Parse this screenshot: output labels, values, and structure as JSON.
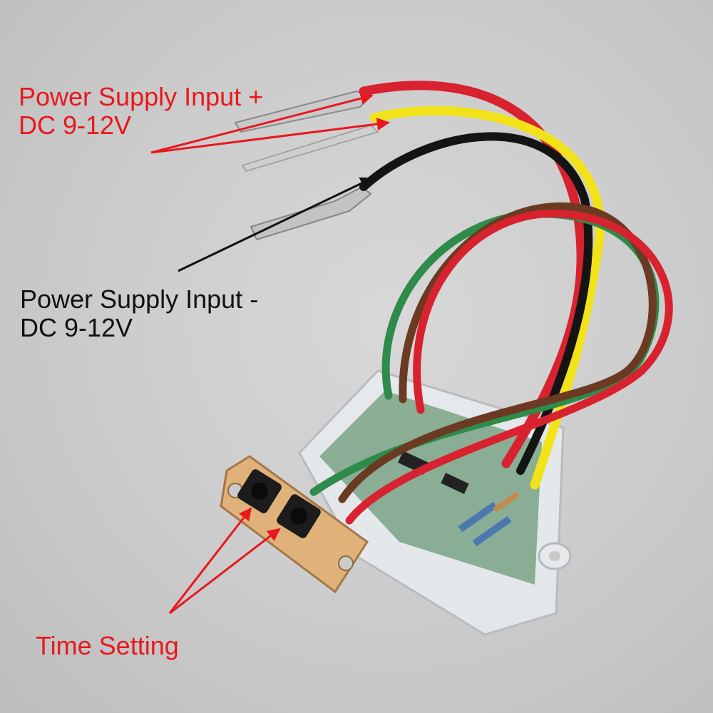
{
  "image": {
    "subject": "Small electronic module in a clear plastic case with colored wires and two push buttons"
  },
  "annotations": {
    "power_positive": {
      "line1": "Power Supply Input +",
      "line2": "DC 9-12V",
      "color": "#e8181d"
    },
    "power_negative": {
      "line1": "Power Supply Input -",
      "line2": "DC 9-12V",
      "color": "#111111"
    },
    "time_setting": {
      "text": "Time Setting",
      "color": "#e8181d"
    }
  },
  "wire_colors": {
    "red": "#d8222f",
    "yellow": "#f2e21a",
    "black": "#141414",
    "green": "#2e8b4a",
    "brown": "#6b3a22"
  }
}
